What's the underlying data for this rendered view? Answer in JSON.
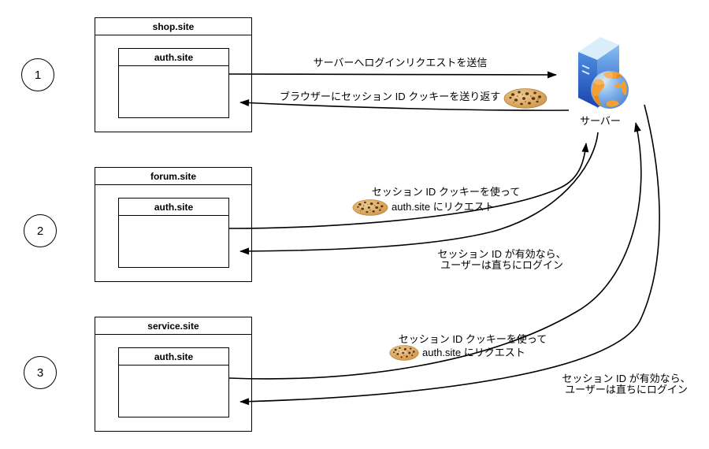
{
  "steps": [
    {
      "number": "1",
      "site": "shop.site",
      "iframe": "auth.site",
      "labels": {
        "request": "サーバーへログインリクエストを送信",
        "response": "ブラウザーにセッション ID クッキーを送り返す"
      }
    },
    {
      "number": "2",
      "site": "forum.site",
      "iframe": "auth.site",
      "labels": {
        "request_line1": "セッション ID クッキーを使って",
        "request_line2": "auth.site にリクエスト",
        "response_line1": "セッション ID が有効なら、",
        "response_line2": "ユーザーは直ちにログイン"
      }
    },
    {
      "number": "3",
      "site": "service.site",
      "iframe": "auth.site",
      "labels": {
        "request_line1": "セッション ID クッキーを使って",
        "request_line2": "auth.site にリクエスト",
        "response_line1": "セッション ID が有効なら、",
        "response_line2": "ユーザーは直ちにログイン"
      }
    }
  ],
  "server": {
    "label": "サーバー"
  },
  "icons": {
    "cookie": "cookie-icon",
    "server": "server-with-globe-icon"
  },
  "colors": {
    "line": "#000000",
    "background": "#ffffff",
    "box_border": "#000000",
    "server_blue_light": "#86C0F4",
    "server_blue_dark": "#1A44B0",
    "globe_ocean": "#7FB0EA",
    "globe_land": "#F2A033",
    "cookie_body": "#D9A55C",
    "cookie_chip": "#5B3418"
  }
}
